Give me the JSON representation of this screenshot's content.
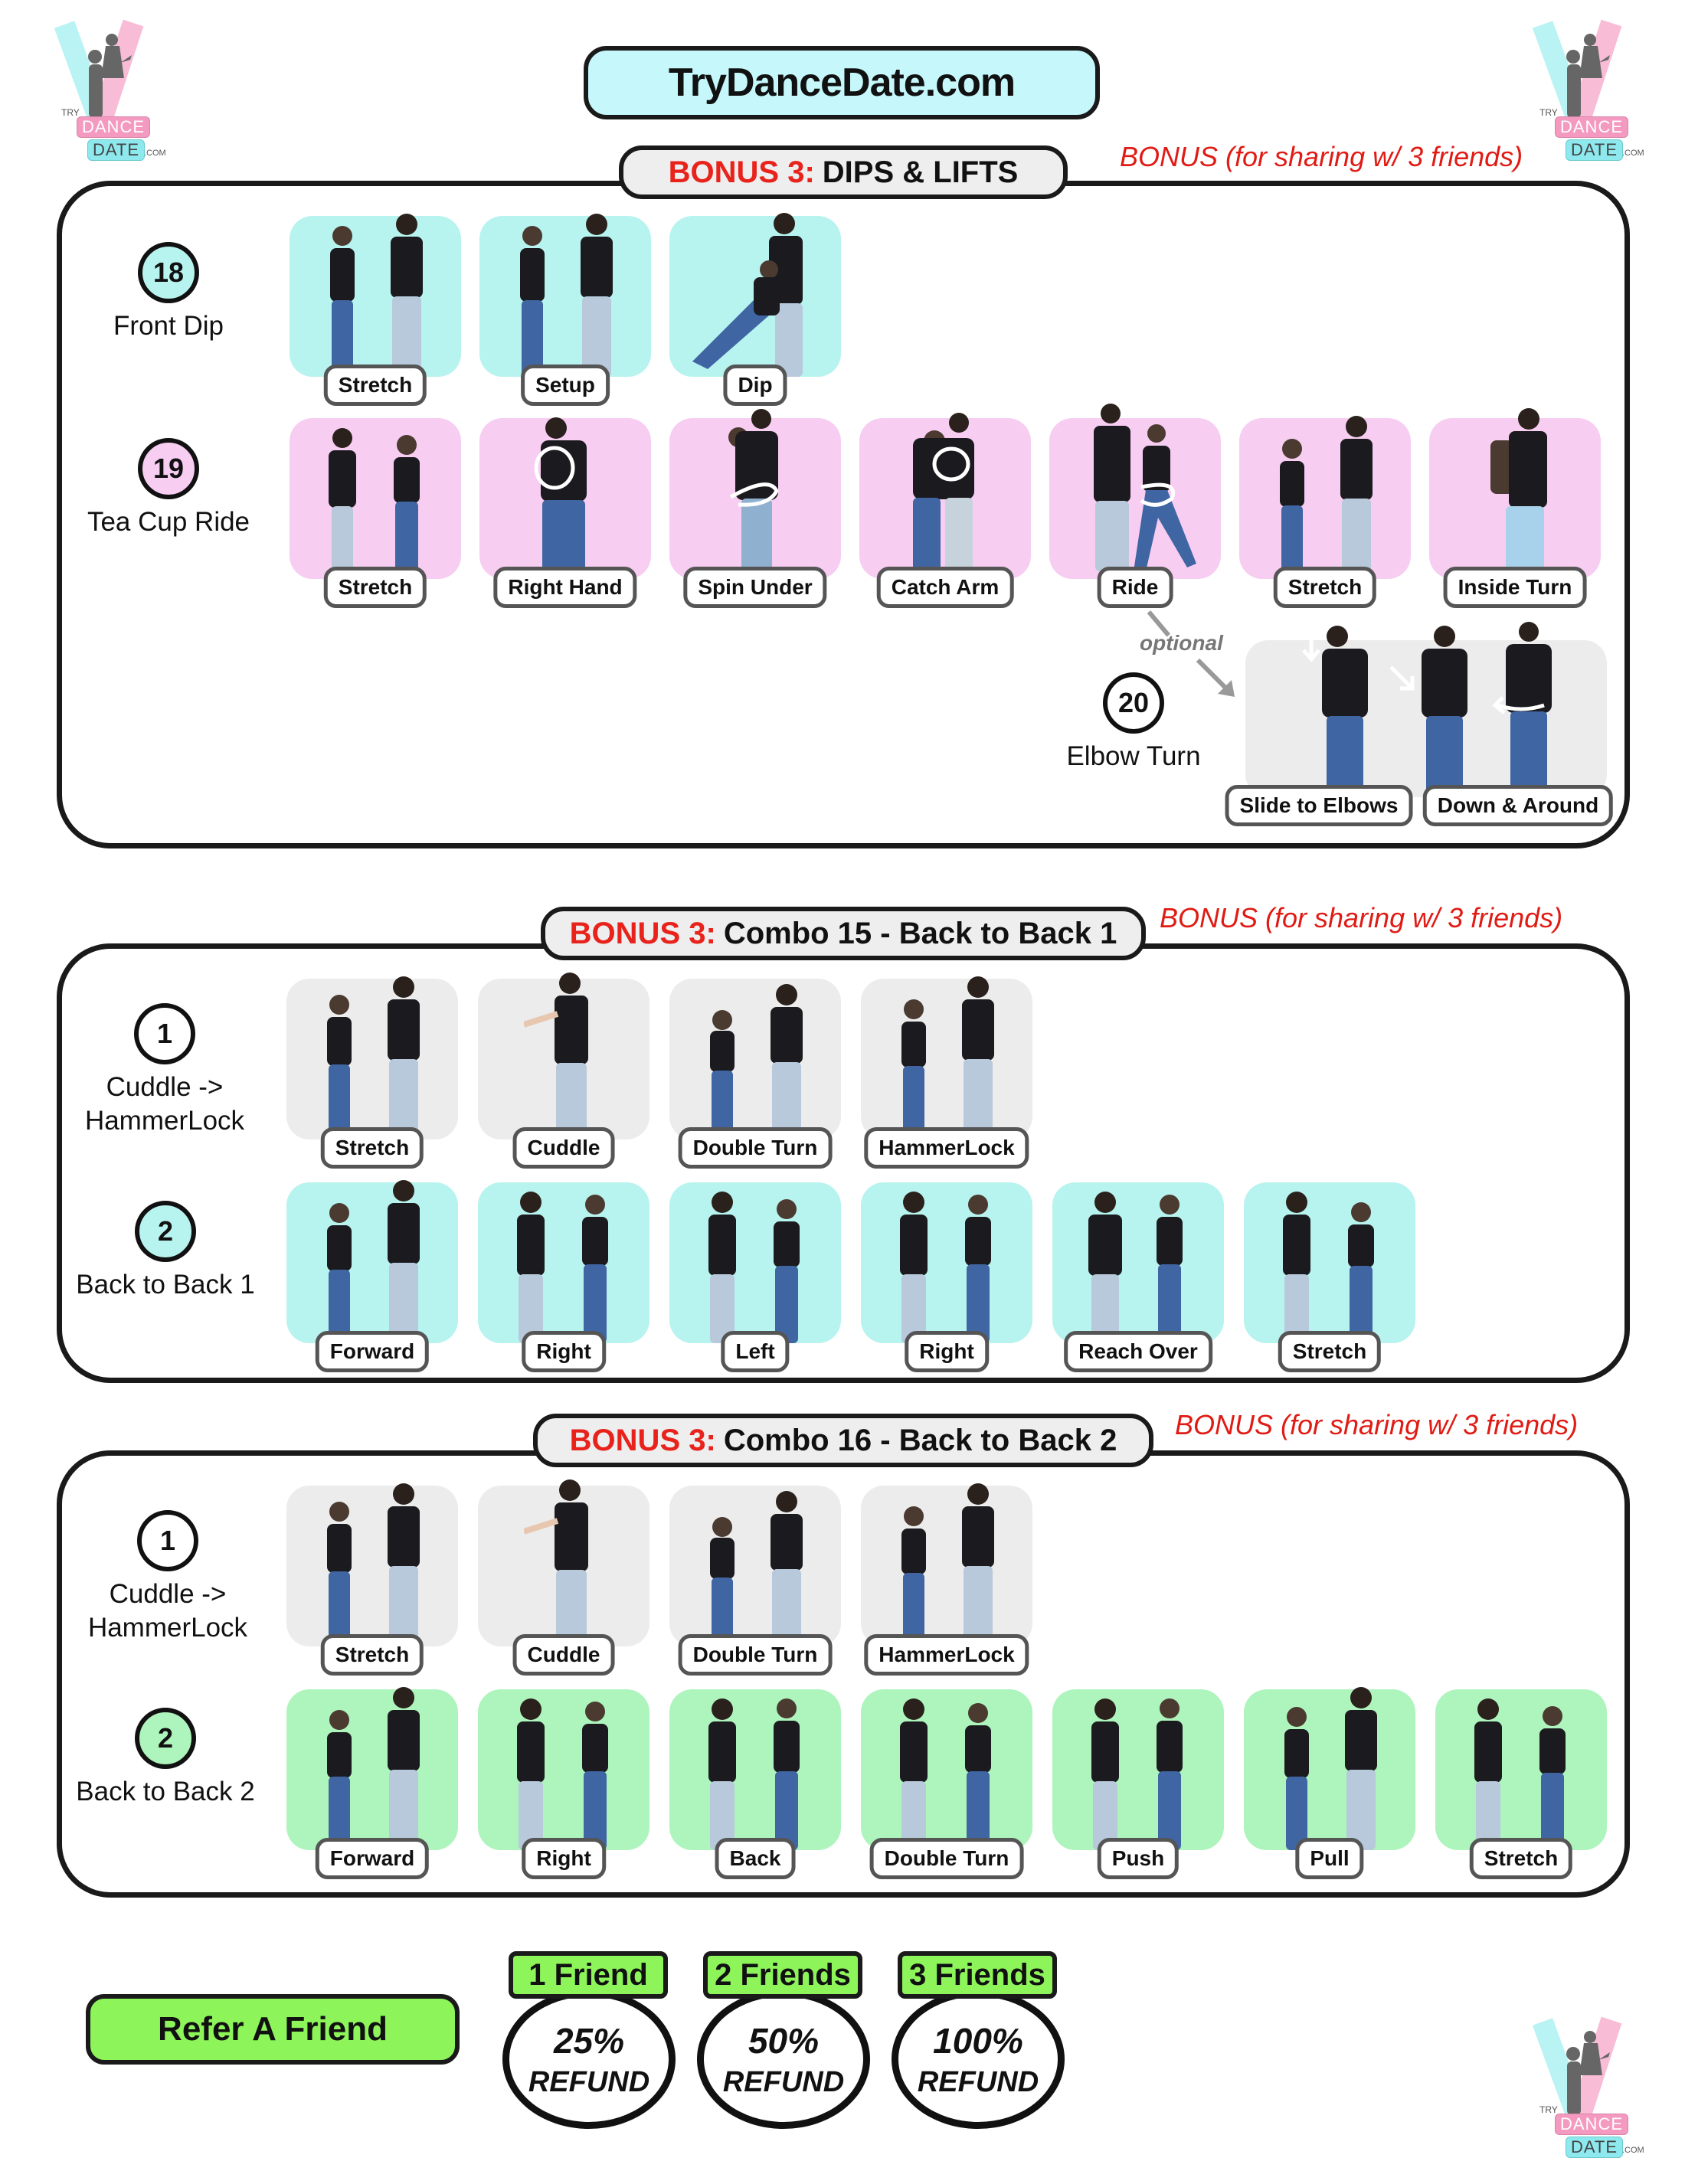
{
  "header": {
    "site_title": "TryDanceDate.com",
    "logo": {
      "try": "TRY",
      "dance": "DANCE",
      "date": "DATE",
      "com": ".COM"
    }
  },
  "colors": {
    "cyan": "#b7f3ef",
    "pink": "#f7cdf2",
    "grey": "#ececec",
    "green": "#aef4bd",
    "red_accent": "#e8231c",
    "refer_green": "#8df55a"
  },
  "sections": [
    {
      "title_prefix": "BONUS 3:",
      "title_text": "DIPS & LIFTS",
      "bonus_note": "BONUS (for sharing w/ 3 friends)",
      "moves": [
        {
          "number": "18",
          "name": "Front Dip",
          "color": "cyan",
          "steps": [
            "Stretch",
            "Setup",
            "Dip"
          ]
        },
        {
          "number": "19",
          "name": "Tea Cup Ride",
          "color": "pink",
          "steps": [
            "Stretch",
            "Right Hand",
            "Spin Under",
            "Catch Arm",
            "Ride",
            "Stretch",
            "Inside Turn"
          ]
        },
        {
          "number": "20",
          "name": "Elbow Turn",
          "color": "grey",
          "optional_label": "optional",
          "steps": [
            "Slide to Elbows",
            "Down & Around"
          ]
        }
      ]
    },
    {
      "title_prefix": "BONUS 3:",
      "title_text": "Combo 15 - Back to Back 1",
      "bonus_note": "BONUS (for sharing w/ 3 friends)",
      "moves": [
        {
          "number": "1",
          "name_line1": "Cuddle ->",
          "name_line2": "HammerLock",
          "color": "grey",
          "steps": [
            "Stretch",
            "Cuddle",
            "Double Turn",
            "HammerLock"
          ]
        },
        {
          "number": "2",
          "name": "Back to Back 1",
          "color": "cyan",
          "steps": [
            "Forward",
            "Right",
            "Left",
            "Right",
            "Reach Over",
            "Stretch"
          ]
        }
      ]
    },
    {
      "title_prefix": "BONUS 3:",
      "title_text": "Combo 16 - Back to Back 2",
      "bonus_note": "BONUS (for sharing w/ 3 friends)",
      "moves": [
        {
          "number": "1",
          "name_line1": "Cuddle ->",
          "name_line2": "HammerLock",
          "color": "grey",
          "steps": [
            "Stretch",
            "Cuddle",
            "Double Turn",
            "HammerLock"
          ]
        },
        {
          "number": "2",
          "name": "Back to Back 2",
          "color": "green",
          "steps": [
            "Forward",
            "Right",
            "Back",
            "Double Turn",
            "Push",
            "Pull",
            "Stretch"
          ]
        }
      ]
    }
  ],
  "referral": {
    "button_label": "Refer A Friend",
    "tiers": [
      {
        "badge": "1 Friend",
        "percent": "25%",
        "refund": "REFUND"
      },
      {
        "badge": "2 Friends",
        "percent": "50%",
        "refund": "REFUND"
      },
      {
        "badge": "3 Friends",
        "percent": "100%",
        "refund": "REFUND"
      }
    ]
  }
}
